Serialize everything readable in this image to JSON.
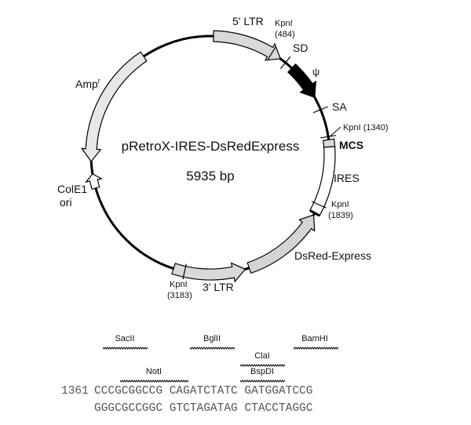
{
  "plasmid": {
    "name": "pRetroX-IRES-DsRedExpress",
    "size": "5935 bp"
  },
  "features": [
    {
      "name": "5' LTR",
      "start": 1.5,
      "end": 36,
      "fill": "#d9d9d9",
      "dir": 1
    },
    {
      "name": "ψ",
      "start": 43,
      "end": 61,
      "fill": "#000000",
      "dir": 1
    },
    {
      "name": "MCS",
      "start": 82.5,
      "end": 86,
      "fill": "#d9d9d9",
      "dir": 0
    },
    {
      "name": "IRES",
      "start": 86,
      "end": 119,
      "fill": "#ffffff",
      "dir": 0
    },
    {
      "name": "DsRed-Express",
      "start": 120,
      "end": 161,
      "fill": "#d4d4d4",
      "dir": -1
    },
    {
      "name": "3' LTR",
      "start": 163,
      "end": 198,
      "fill": "#d9d9d9",
      "dir": -1
    },
    {
      "name": "ColE1 ori",
      "start": 254,
      "end": 261,
      "fill": "#ffffff",
      "dir": 1
    },
    {
      "name": "Amp",
      "start": 267,
      "end": 326,
      "fill": "#e8e8e8",
      "dir": -1
    }
  ],
  "sites": [
    {
      "name": "KpnI",
      "pos": "(484)",
      "angle": 31
    },
    {
      "name": "SD",
      "angle": 39
    },
    {
      "name": "SA",
      "angle": 67.5
    },
    {
      "name": "KpnI",
      "pos": "(1340)",
      "angle": 81
    },
    {
      "name": "KpnI",
      "pos": "(1839)",
      "angle": 114.5
    },
    {
      "name": "KpnI",
      "pos": "(3183)",
      "angle": 192.5
    }
  ],
  "labels": {
    "amp_sup": "r",
    "ori_line1": "ColE1",
    "ori_line2": "ori"
  },
  "mcs": {
    "enzymes": [
      "SacII",
      "BglII",
      "BamHI",
      "ClaI",
      "NotI",
      "BspDI"
    ],
    "start": "1361",
    "top": "CCCGCGGCCG CAGATCTATC GATGGATCCG",
    "bottom": "GGGCGCCGGC GTCTAGATAG CTACCTAGGC"
  }
}
